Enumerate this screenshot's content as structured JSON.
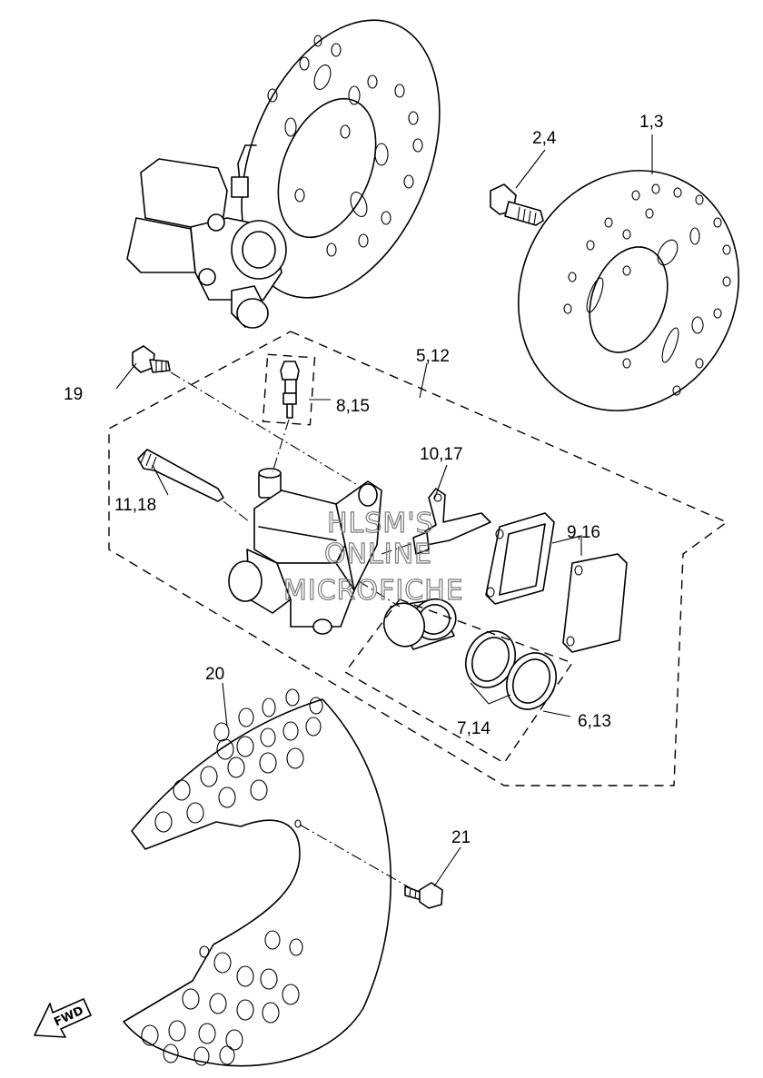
{
  "callouts": {
    "c1": "1,3",
    "c2": "2,4",
    "c3": "5,12",
    "c4": "19",
    "c5": "8,15",
    "c6": "10,17",
    "c7": "11,18",
    "c8": "9,16",
    "c9": "20",
    "c10": "7,14",
    "c11": "6,13",
    "c12": "21"
  },
  "watermark": {
    "line1": "HLSM'S",
    "line2": "ONLINE",
    "line3": "MICROFICHE"
  },
  "direction_label": "FWD"
}
